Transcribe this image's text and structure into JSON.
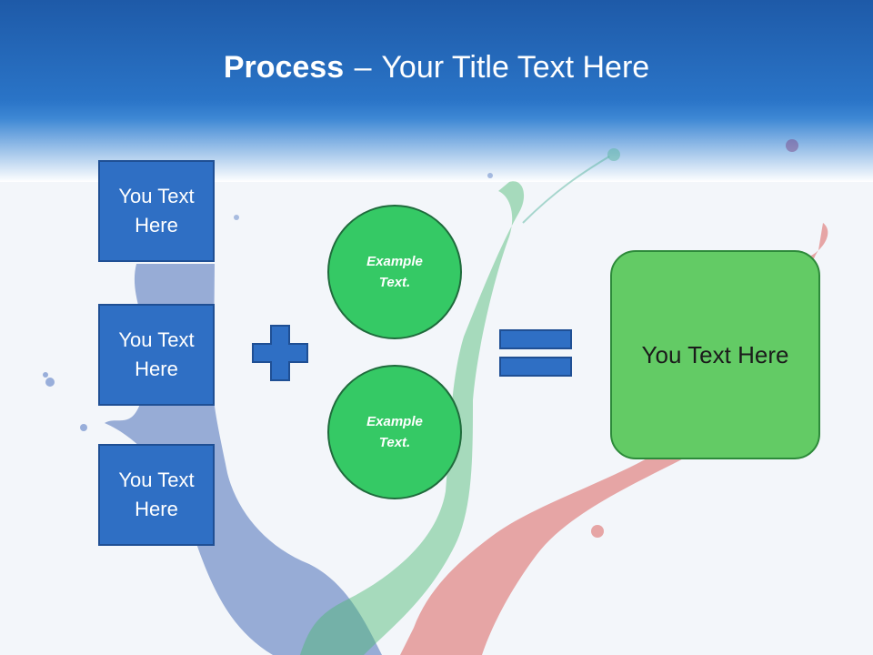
{
  "slide": {
    "title_bold": "Process",
    "title_dash": "–",
    "title_rest": "Your Title Text Here"
  },
  "left_boxes": [
    {
      "line1": "You Text",
      "line2": "Here"
    },
    {
      "line1": "You Text",
      "line2": "Here"
    },
    {
      "line1": "You Text",
      "line2": "Here"
    }
  ],
  "circles": [
    {
      "line1": "Example",
      "line2": "Text."
    },
    {
      "line1": "Example",
      "line2": "Text."
    }
  ],
  "result": {
    "label": "You Text Here"
  },
  "operators": {
    "plus_icon": "plus-icon",
    "equals_icon": "equals-icon"
  },
  "colors": {
    "header_blue": "#2a74c7",
    "box_blue": "#2f6fc4",
    "circle_green": "#35c965",
    "result_green": "#63cb65"
  }
}
